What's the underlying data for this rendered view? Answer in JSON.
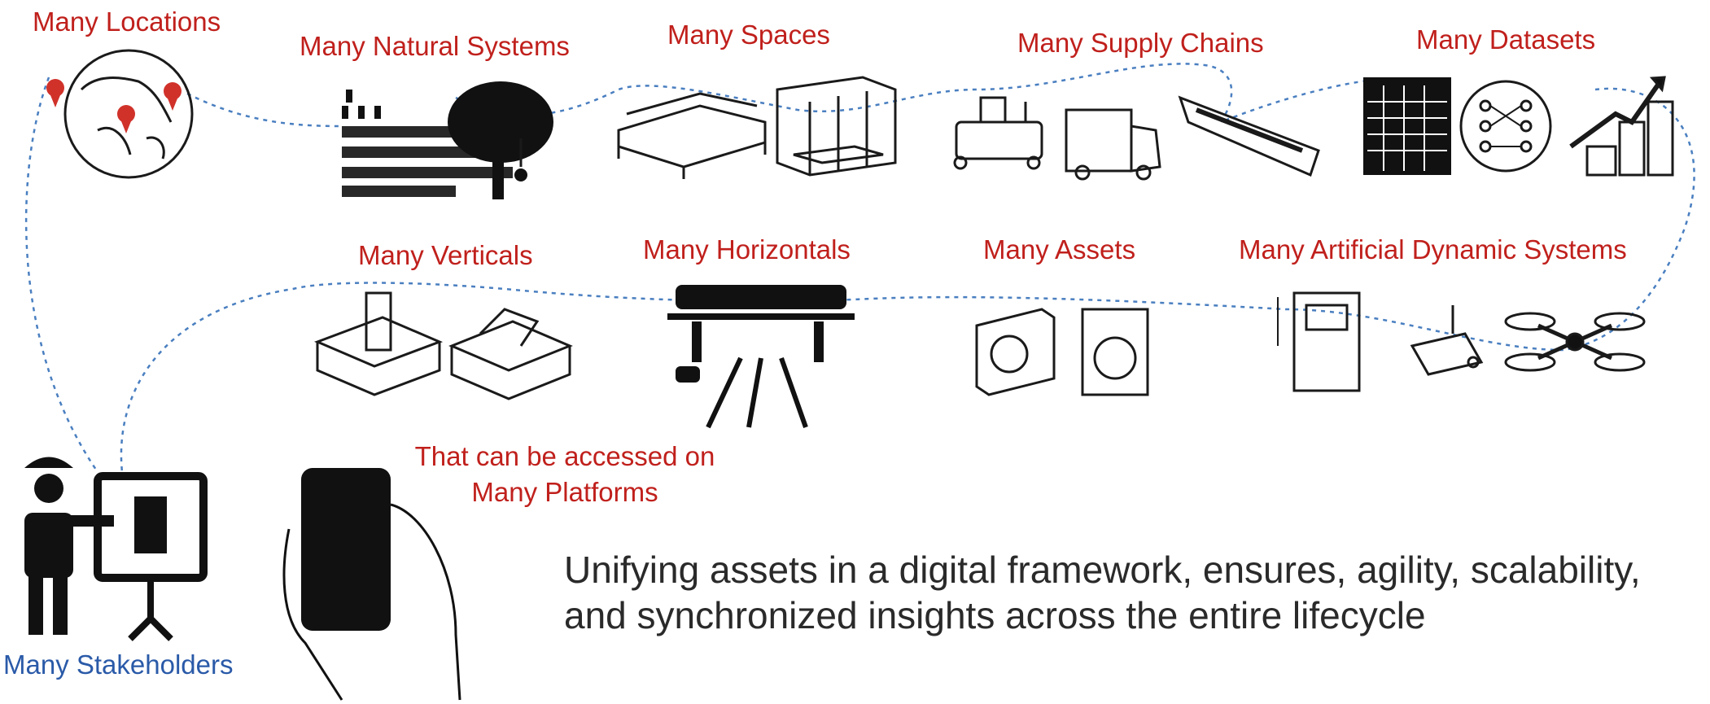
{
  "labels": {
    "locations": "Many Locations",
    "natural_systems": "Many Natural Systems",
    "spaces": "Many Spaces",
    "supply_chains": "Many Supply Chains",
    "datasets": "Many Datasets",
    "verticals": "Many Verticals",
    "horizontals": "Many Horizontals",
    "assets": "Many Assets",
    "artificial_dynamic_systems": "Many Artificial Dynamic Systems",
    "platforms_line1": "That can be accessed on",
    "platforms_line2": "Many Platforms",
    "stakeholders": "Many Stakeholders"
  },
  "caption": "Unifying assets in a digital framework, ensures, agility, scalability, and synchronized insights across the entire lifecycle",
  "colors": {
    "label_red": "#c0201c",
    "stakeholder_blue": "#2a5aa8",
    "path_blue": "#4a7fc0",
    "pin_red": "#d0322a"
  },
  "icons": [
    "globe-icon",
    "people-group-icon",
    "tree-icon",
    "bedroom-icon",
    "kitchen-icon",
    "robot-icon",
    "truck-icon",
    "cargo-ship-icon",
    "spreadsheet-icon",
    "network-icon",
    "growth-chart-icon",
    "tower-building-icon",
    "house-icon",
    "train-bridge-icon",
    "air-conditioner-icon",
    "washing-machine-icon",
    "control-panel-icon",
    "camera-icon",
    "drone-icon",
    "presenter-icon",
    "smartphone-icon"
  ]
}
